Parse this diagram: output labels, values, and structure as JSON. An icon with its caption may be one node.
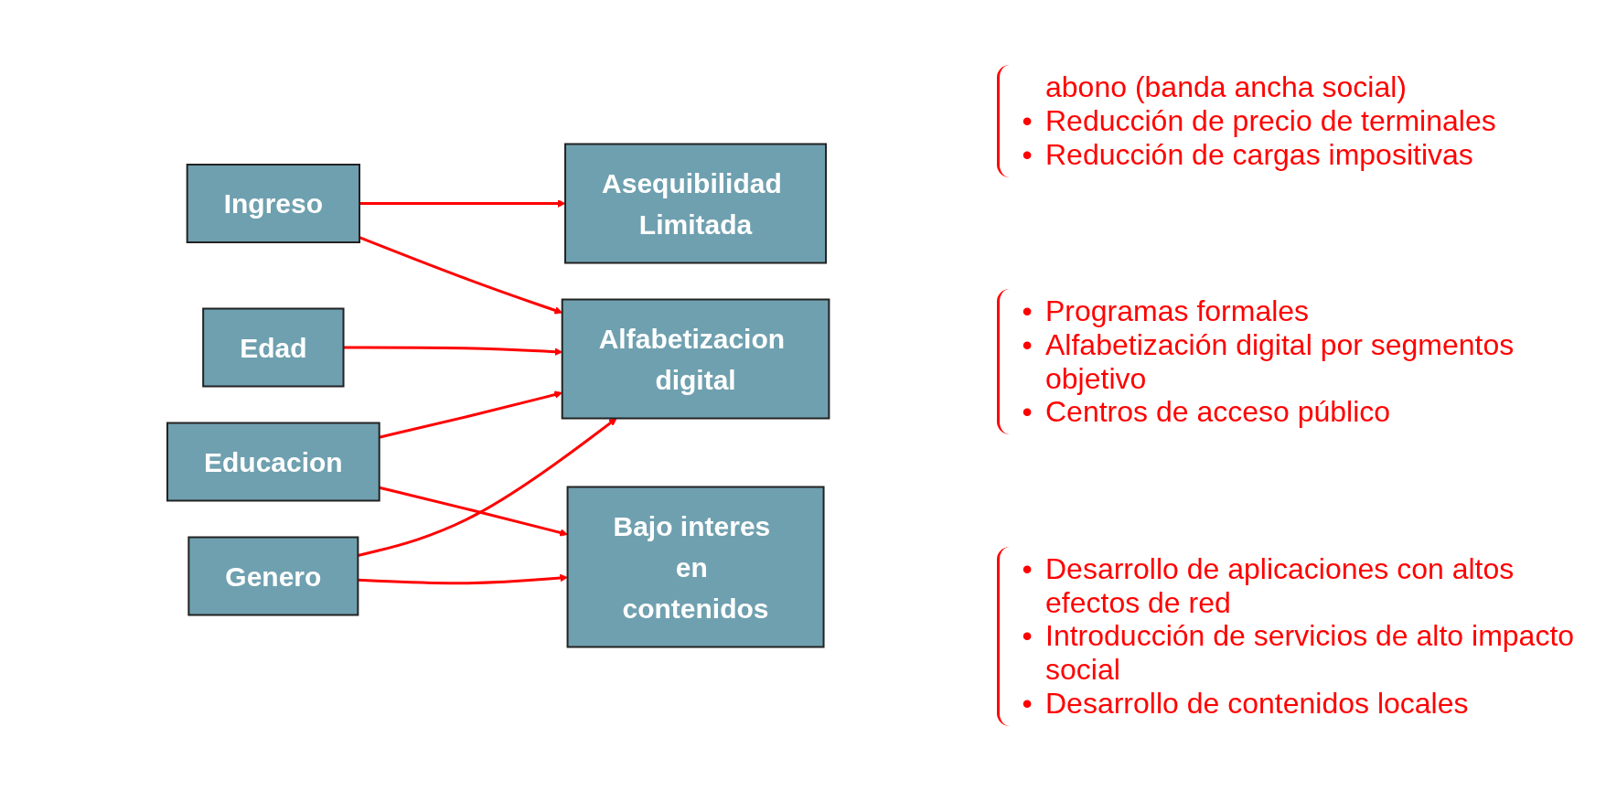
{
  "diagram": {
    "nodes": [
      {
        "text": [
          "Ingreso"
        ]
      },
      {
        "text": [
          "Educacion"
        ]
      },
      {
        "text": [
          "Edad"
        ]
      },
      {
        "text": [
          "Genero"
        ]
      },
      {
        "text": [
          "Asequibilidad Limitada"
        ]
      },
      {
        "text": [
          "Alfabetizacion digital"
        ]
      },
      {
        "text": [
          "Bajo interes en contenidos"
        ]
      }
    ],
    "edges": [
      {
        "from": 0,
        "to": 4,
        "arrow": "to"
      },
      {
        "from": 0,
        "to": 5,
        "arrow": "to"
      },
      {
        "from": 1,
        "to": 5,
        "arrow": "to"
      },
      {
        "from": 2,
        "to": 5,
        "arrow": "to"
      },
      {
        "from": 3,
        "to": 5,
        "arrow": "to"
      },
      {
        "from": 1,
        "to": 6,
        "arrow": "to"
      },
      {
        "from": 3,
        "to": 6,
        "arrow": "to"
      }
    ],
    "labels": [
      "abono (banda ancha social)",
      "•",
      "Reducción de precio de terminales",
      "•",
      "Reducción de cargas impositivas",
      "•",
      "Programas formales",
      "•",
      "Alfabetización digital por segmentos objetivo",
      "•",
      "Centros de acceso público",
      "•",
      "Desarrollo de aplicaciones con altos efectos de red",
      "•",
      "Introducción de servicios de alto impacto social",
      "•",
      "Desarrollo de contenidos locales"
    ]
  }
}
